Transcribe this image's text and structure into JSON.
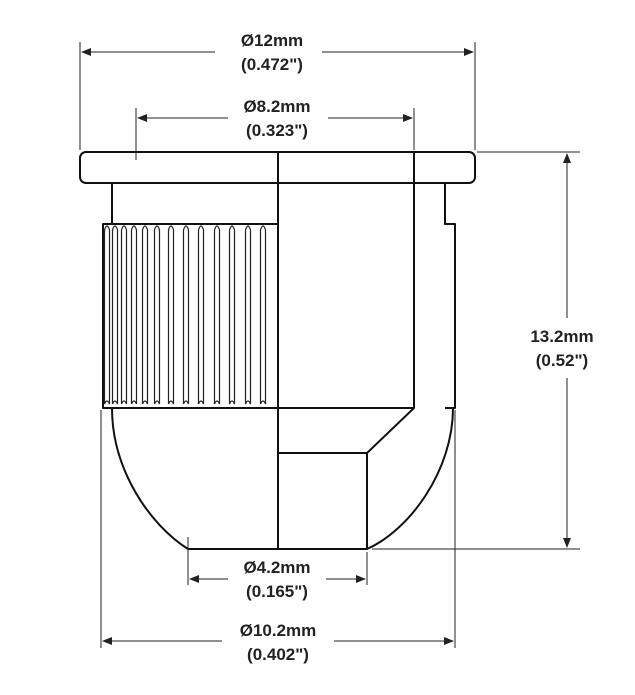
{
  "title": "Cap nut dimension drawing",
  "colors": {
    "line": "#111111",
    "background": "#ffffff"
  },
  "dimensions": {
    "outer_flange": {
      "metric": "Ø12mm",
      "imperial": "(0.472\")"
    },
    "thread_top": {
      "metric": "Ø8.2mm",
      "imperial": "(0.323\")"
    },
    "height": {
      "metric": "13.2mm",
      "imperial": "(0.52\")"
    },
    "bottom_flat": {
      "metric": "Ø4.2mm",
      "imperial": "(0.165\")"
    },
    "body": {
      "metric": "Ø10.2mm",
      "imperial": "(0.402\")"
    }
  }
}
